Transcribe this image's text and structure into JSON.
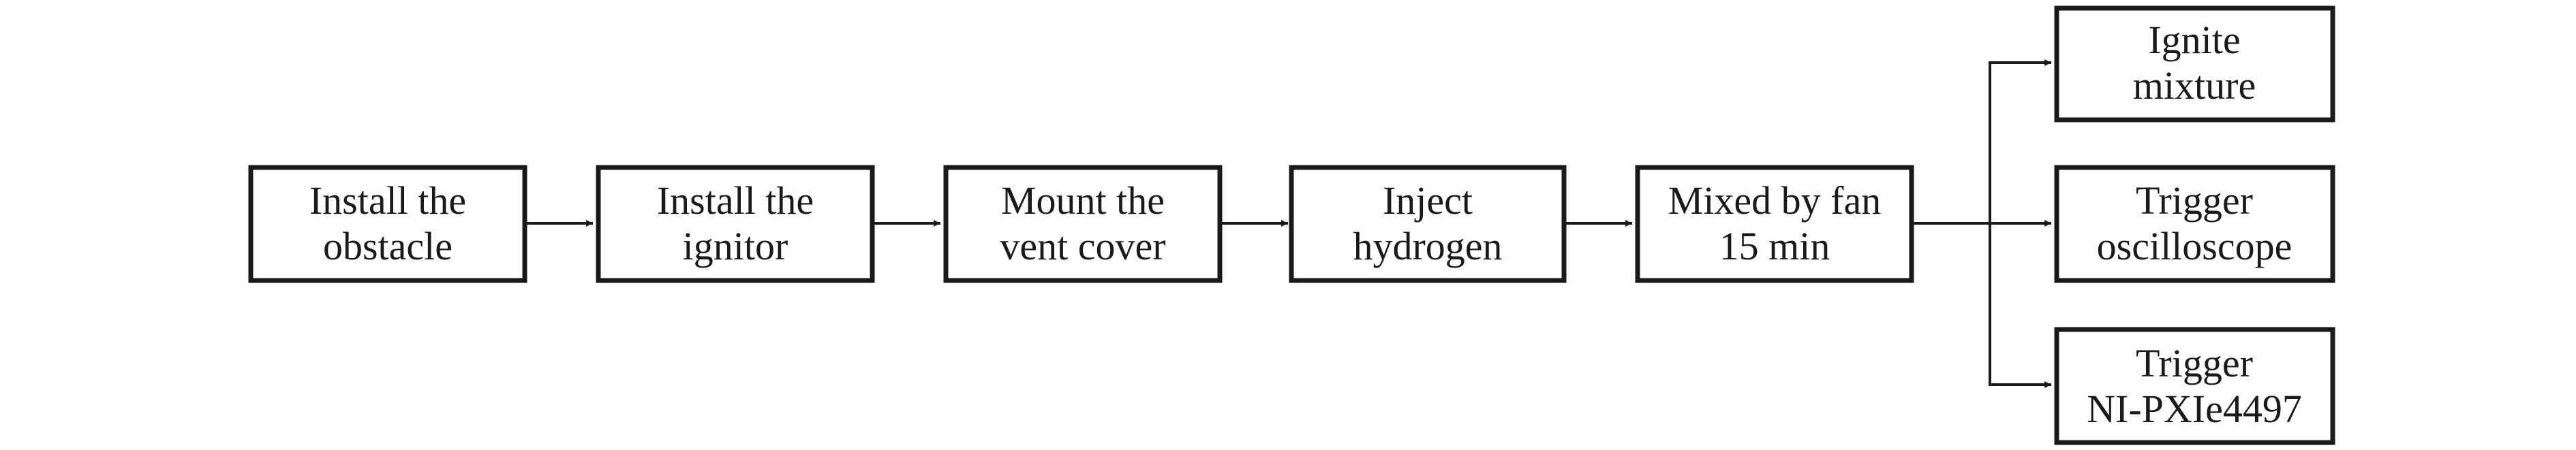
{
  "diagram": {
    "nodes": [
      {
        "id": "obstacle",
        "lines": [
          "Install the",
          "obstacle"
        ]
      },
      {
        "id": "ignitor",
        "lines": [
          "Install the",
          "ignitor"
        ]
      },
      {
        "id": "vent",
        "lines": [
          "Mount the",
          "vent cover"
        ]
      },
      {
        "id": "hydrogen",
        "lines": [
          "Inject",
          "hydrogen"
        ]
      },
      {
        "id": "fan",
        "lines": [
          "Mixed by fan",
          "15 min"
        ]
      },
      {
        "id": "ignite",
        "lines": [
          "Ignite",
          "mixture"
        ]
      },
      {
        "id": "oscilloscope",
        "lines": [
          "Trigger",
          "oscilloscope"
        ]
      },
      {
        "id": "pxie",
        "lines": [
          "Trigger",
          "NI-PXIe4497"
        ]
      }
    ],
    "edges": [
      {
        "from": "obstacle",
        "to": "ignitor"
      },
      {
        "from": "ignitor",
        "to": "vent"
      },
      {
        "from": "vent",
        "to": "hydrogen"
      },
      {
        "from": "hydrogen",
        "to": "fan"
      },
      {
        "from": "fan",
        "to": "ignite"
      },
      {
        "from": "fan",
        "to": "oscilloscope"
      },
      {
        "from": "fan",
        "to": "pxie"
      }
    ],
    "colors": {
      "stroke": "#1a1a1a",
      "text": "#1a1a1a",
      "background": "#ffffff"
    }
  }
}
